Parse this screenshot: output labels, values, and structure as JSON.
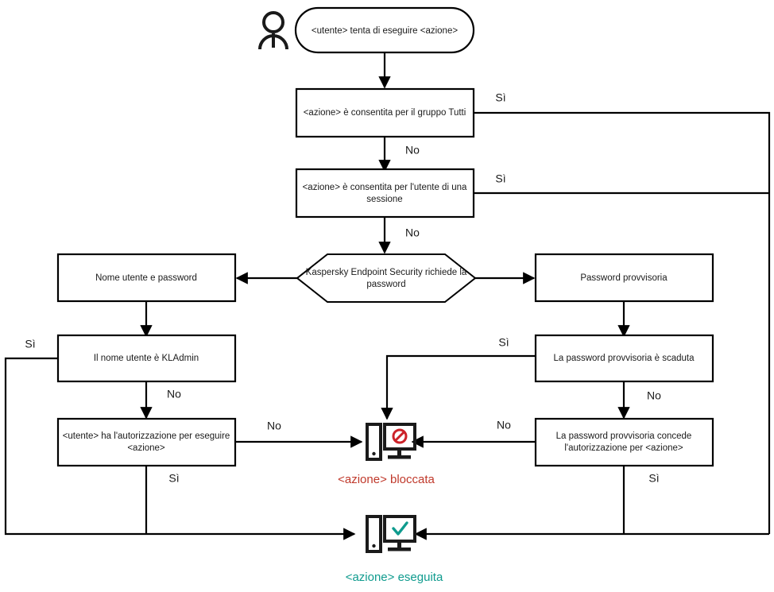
{
  "diagram": {
    "title": "Flusso di autorizzazione azione Kaspersky Endpoint Security",
    "language": "it",
    "colors": {
      "stroke": "#000000",
      "text": "#1a1a1a",
      "blocked": "#c0392b",
      "blocked_icon": "#cc2229",
      "executed": "#0f9b8e",
      "background": "#ffffff"
    },
    "actor": {
      "icon": "person-icon",
      "label": ""
    },
    "nodes": {
      "start": {
        "id": "start",
        "shape": "terminator",
        "label": "<utente> tenta di eseguire <azione>"
      },
      "allowed_group": {
        "id": "allowed_group",
        "shape": "rect",
        "label": "<azione>  è consentita per il gruppo Tutti"
      },
      "allowed_session_user": {
        "id": "allowed_session_user",
        "shape": "rect",
        "label_line1": "<azione> è consentita per l'utente di una",
        "label_line2": "sessione"
      },
      "kes_requires_password": {
        "id": "kes_requires_password",
        "shape": "hexagon",
        "label_line1": "Kaspersky Endpoint Security richiede la",
        "label_line2": "password"
      },
      "username_password": {
        "id": "username_password",
        "shape": "rect",
        "label": "Nome utente e password"
      },
      "temporary_password": {
        "id": "temporary_password",
        "shape": "rect",
        "label": "Password provvisoria"
      },
      "username_is_kladmin": {
        "id": "username_is_kladmin",
        "shape": "rect",
        "label": "Il nome utente è KLAdmin"
      },
      "temp_password_expired": {
        "id": "temp_password_expired",
        "shape": "rect",
        "label": "La password provvisoria è scaduta"
      },
      "user_has_permission": {
        "id": "user_has_permission",
        "shape": "rect",
        "label_line1": "<utente> ha l'autorizzazione per eseguire",
        "label_line2": "<azione>"
      },
      "temp_password_grants": {
        "id": "temp_password_grants",
        "shape": "rect",
        "label_line1": "La password provvisoria concede",
        "label_line2": "l'autorizzazione per <azione>"
      },
      "blocked_outcome": {
        "id": "blocked_outcome",
        "shape": "icon",
        "icon": "monitor-blocked-icon",
        "label": "<azione> bloccata"
      },
      "executed_outcome": {
        "id": "executed_outcome",
        "shape": "icon",
        "icon": "monitor-check-icon",
        "label": "<azione> eseguita"
      }
    },
    "edge_labels": {
      "yes": "Sì",
      "no": "No",
      "allowed_group_yes": "Sì",
      "allowed_group_no": "No",
      "allowed_session_yes": "Sì",
      "allowed_session_no": "No",
      "kladmin_yes": "Sì",
      "kladmin_no": "No",
      "permission_yes": "Sì",
      "permission_no": "No",
      "expired_yes": "Sì",
      "expired_no": "No",
      "grants_yes": "Sì",
      "grants_no": "No"
    }
  }
}
